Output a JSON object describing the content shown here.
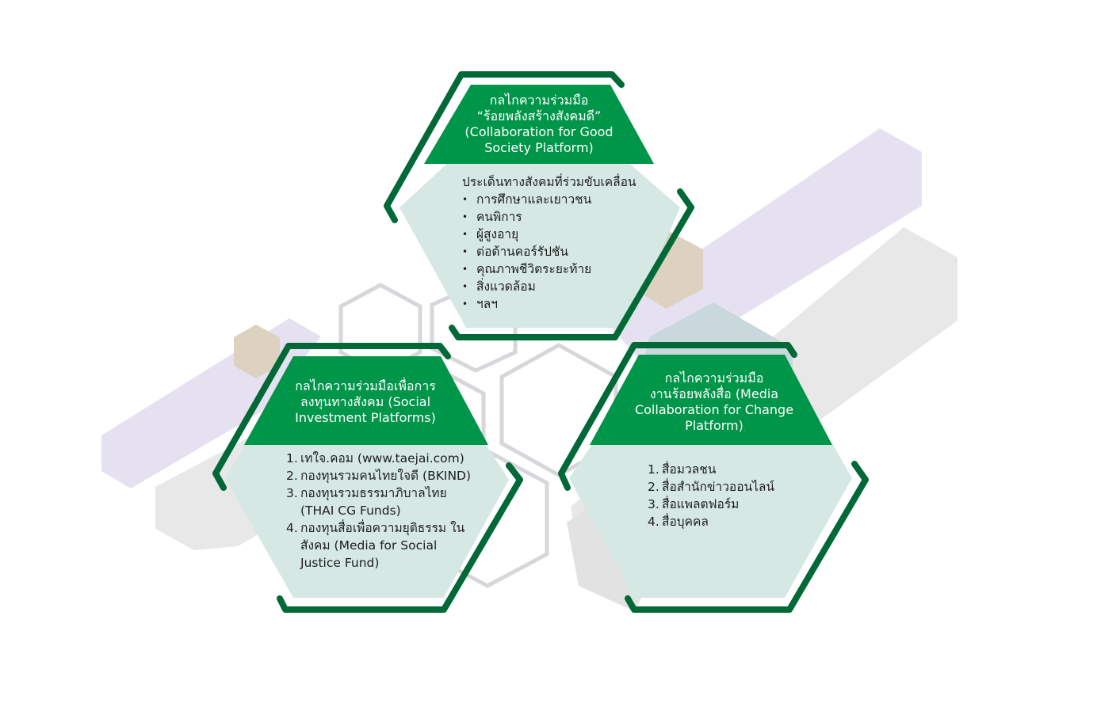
{
  "colors": {
    "frame": "#006937",
    "header": "#00964a",
    "body_fill": "#d5e8e4",
    "bg_purple": "#e6e1f0",
    "bg_gray": "#e8e8e8",
    "bg_tan": "#dcd2bf",
    "bg_blue": "#c9d8dd",
    "bg_outline": "#d8d6da"
  },
  "panels": {
    "top": {
      "title_lines": [
        "กลไกความร่วมมือ",
        "“ร้อยพลังสร้างสังคมดี”",
        "(Collaboration for Good",
        "Society Platform)"
      ],
      "subtitle": "ประเด็นทางสังคมที่ร่วมขับเคลื่อน",
      "items": [
        "การศึกษาและเยาวชน",
        "คนพิการ",
        "ผู้สูงอายุ",
        "ต่อต้านคอร์รัปชัน",
        "คุณภาพชีวิตระยะท้าย",
        "สิ่งแวดล้อม",
        "ฯลฯ"
      ]
    },
    "left": {
      "title_lines": [
        "กลไกความร่วมมือเพื่อการ",
        "ลงทุนทางสังคม (Social",
        "Investment Platforms)"
      ],
      "items": [
        {
          "num": "1.",
          "text": "เทใจ.คอม (www.taejai.com)"
        },
        {
          "num": "2.",
          "text": "กองทุนรวมคนไทยใจดี (BKIND)"
        },
        {
          "num": "3.",
          "text": "กองทุนรวมธรรมาภิบาลไทย (THAI CG Funds)"
        },
        {
          "num": "4.",
          "text": "กองทุนสื่อเพื่อความยุติธรรม ในสังคม (Media for Social Justice Fund)"
        }
      ]
    },
    "right": {
      "title_lines": [
        "กลไกความร่วมมือ",
        "งานร้อยพลังสื่อ (Media",
        "Collaboration for Change",
        "Platform)"
      ],
      "items": [
        {
          "num": "1.",
          "text": "สื่อมวลชน"
        },
        {
          "num": "2.",
          "text": "สื่อสำนักข่าวออนไลน์"
        },
        {
          "num": "3.",
          "text": "สื่อแพลตฟอร์ม"
        },
        {
          "num": "4.",
          "text": "สื่อบุคคล"
        }
      ]
    }
  }
}
